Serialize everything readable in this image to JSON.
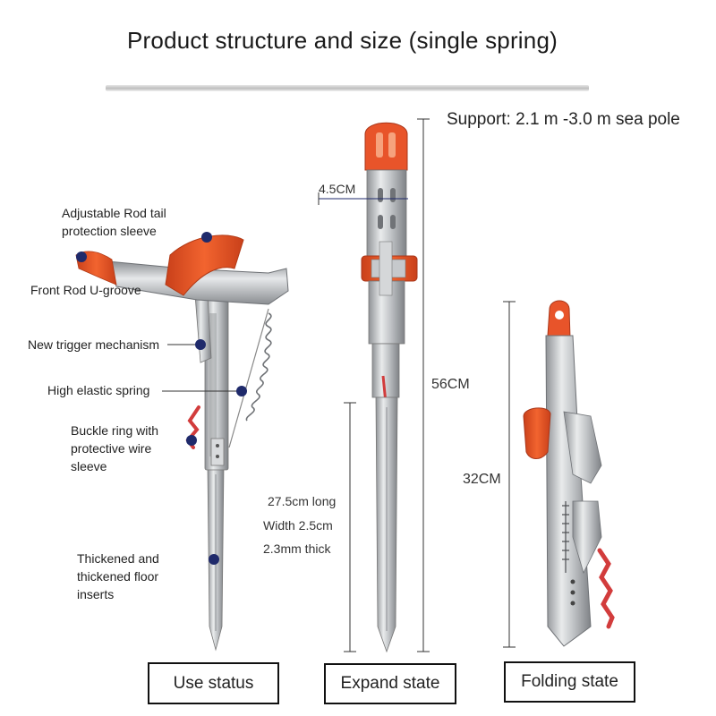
{
  "title": "Product structure and size (single spring)",
  "support": "Support: 2.1 m -3.0 m sea pole",
  "callouts": {
    "rod_tail_line1": "Adjustable Rod tail",
    "rod_tail_line2": "protection sleeve",
    "front_groove": "Front Rod U-groove",
    "trigger": "New trigger mechanism",
    "spring": "High elastic spring",
    "buckle_line1": "Buckle ring with",
    "buckle_line2": "protective wire",
    "buckle_line3": "sleeve",
    "floor_line1": "Thickened and",
    "floor_line2": "thickened floor",
    "floor_line3": "inserts"
  },
  "dimensions": {
    "width_top": "4.5CM",
    "length_expanded": "56CM",
    "length_folded": "32CM",
    "stake_length": "27.5cm long",
    "stake_width": "Width 2.5cm",
    "stake_thickness": "2.3mm thick"
  },
  "states": {
    "use": "Use status",
    "expand": "Expand state",
    "folding": "Folding state"
  },
  "colors": {
    "accent_orange": "#e8542a",
    "marker_navy": "#1f2a6b",
    "metal": "#b9bcbf"
  }
}
